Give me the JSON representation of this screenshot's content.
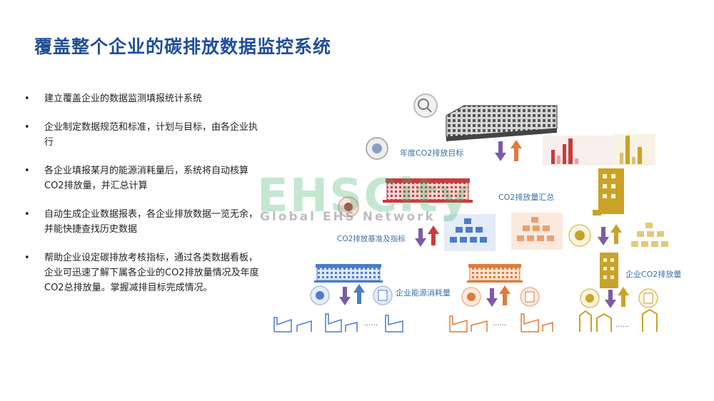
{
  "title": "覆盖整个企业的碳排放数据监控系统",
  "bullet_symbol": "•",
  "bullets": [
    "建立覆盖企业的数据监测填报统计系统",
    "企业制定数据规范和标准，计划与目标，由各企业执行",
    "各企业填报某月的能源消耗量后，系统将自动核算CO2排放量，并汇总计算",
    "自动生成企业数据报表，各企业排放数据一览无余，并能快捷查找历史数据",
    "帮助企业设定碳排放考核指标，通过各类数据看板，企业可迅速了解下属各企业的CO2排放量情况及年度CO2总排放量。掌握减排目标完成情况。"
  ],
  "diagram": {
    "labels": {
      "annual_target": "年度CO2排放目标",
      "summary": "CO2排放量汇总",
      "baseline": "CO2排放基准及指标",
      "energy": "企业能源消耗量",
      "enterprise_co2": "企业CO2排放量"
    },
    "dots": "......"
  },
  "colors": {
    "title": "#1f4e9c",
    "label": "#3d6fa8",
    "arrow_down": "#7c5ba6",
    "arrow_up": "#e07b39",
    "blue": "#4a7cc9",
    "red": "#c93b3b",
    "orange": "#e07b39",
    "gold": "#c9a227"
  },
  "watermark": {
    "main": "EHSCity",
    "sub": "Global EHS Network"
  }
}
